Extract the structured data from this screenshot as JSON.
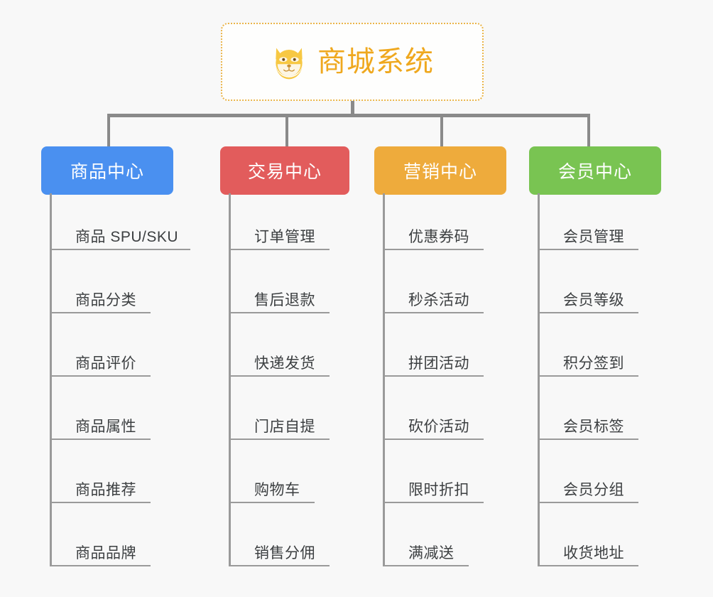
{
  "root": {
    "title": "商城系统",
    "logo_icon": "shiba-dog-face-icon",
    "border_color": "#eab54a",
    "text_color": "#efa81e"
  },
  "connector_color": "#8a8a8a",
  "background_color": "#f8f8f8",
  "branches": [
    {
      "label": "商品中心",
      "color": "#4a90f0",
      "items": [
        "商品 SPU/SKU",
        "商品分类",
        "商品评价",
        "商品属性",
        "商品推荐",
        "商品品牌"
      ]
    },
    {
      "label": "交易中心",
      "color": "#e25c5c",
      "items": [
        "订单管理",
        "售后退款",
        "快递发货",
        "门店自提",
        "购物车",
        "销售分佣"
      ]
    },
    {
      "label": "营销中心",
      "color": "#eeab3c",
      "items": [
        "优惠券码",
        "秒杀活动",
        "拼团活动",
        "砍价活动",
        "限时折扣",
        "满减送"
      ]
    },
    {
      "label": "会员中心",
      "color": "#79c council"
    }
  ]
}
